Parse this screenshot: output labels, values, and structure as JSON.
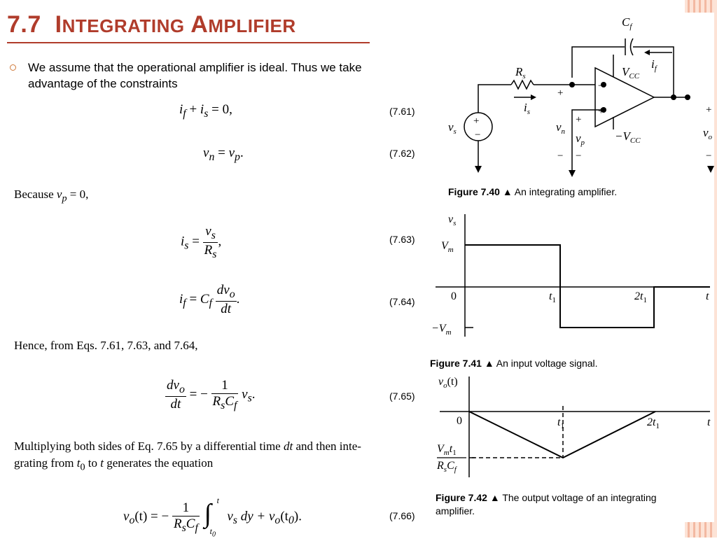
{
  "slide": {
    "title_number": "7.7",
    "title_words": [
      {
        "first": "I",
        "rest": "NTEGRATING"
      },
      {
        "first": "A",
        "rest": "MPLIFIER"
      }
    ],
    "bullet": "We assume that the operational amplifier is ideal. Thus we take advantage of the constraints"
  },
  "equations": {
    "e61": {
      "lhs": "i",
      "lhs_sub": "f",
      "plus": " + ",
      "mid": "i",
      "mid_sub": "s",
      "rhs": " = 0,",
      "num": "(7.61)"
    },
    "e62": {
      "lhs": "v",
      "lhs_sub": "n",
      "eq": " = ",
      "rhs": "v",
      "rhs_sub": "p",
      "end": ".",
      "num": "(7.62)"
    },
    "because": {
      "text": "Because ",
      "var": "v",
      "var_sub": "p",
      "rest": " = 0,"
    },
    "e63": {
      "lhs": "i",
      "lhs_sub": "s",
      "eq": " = ",
      "num_text": "v",
      "num_sub": "s",
      "den_text": "R",
      "den_sub": "s",
      "end": ",",
      "num": "(7.63)"
    },
    "e64": {
      "lhs": "i",
      "lhs_sub": "f",
      "eq": " = ",
      "coef": "C",
      "coef_sub": "f",
      "frac_num": "dv",
      "frac_num_sub": "o",
      "frac_den": "dt",
      "end": ".",
      "num": "(7.64)"
    },
    "hence": "Hence, from Eqs. 7.61, 7.63, and 7.64,",
    "e65": {
      "lhs_num": "dv",
      "lhs_num_sub": "o",
      "lhs_den": "dt",
      "eq": " = −",
      "frac_num": "1",
      "frac_den": "R",
      "frac_den_sub1": "s",
      "frac_den2": "C",
      "frac_den_sub2": "f",
      "var": "v",
      "var_sub": "s",
      "end": ".",
      "num": "(7.65)"
    },
    "multiply": {
      "line1_a": "Multiplying both sides of Eq. 7.65 by a differential time ",
      "line1_var": "dt",
      "line1_b": " and then inte-",
      "line2_a": "grating from ",
      "line2_var": "t",
      "line2_sub": "0",
      "line2_b": " to ",
      "line2_var2": "t",
      "line2_c": " generates the equation"
    },
    "e66": {
      "lhs": "v",
      "lhs_sub": "o",
      "lhs_arg": "(t) = −",
      "frac_num": "1",
      "frac_den": "R",
      "frac_den_sub1": "s",
      "frac_den2": "C",
      "frac_den_sub2": "f",
      "int_upper": "t",
      "int_lower": "t",
      "int_lower_sub": "0",
      "integrand": "v",
      "integrand_sub": "s",
      "dy": " dy + ",
      "tail": "v",
      "tail_sub": "o",
      "tail_arg": "(t",
      "tail_arg_sub": "0",
      "tail_end": ").",
      "num": "(7.66)"
    }
  },
  "circuit": {
    "labels": {
      "cf": "C",
      "cf_sub": "f",
      "if": "i",
      "if_sub": "f",
      "rs": "R",
      "rs_sub": "s",
      "vcc_pos": "V",
      "vcc_pos_sub": "CC",
      "vcc_neg": "−V",
      "vcc_neg_sub": "CC",
      "is": "i",
      "is_sub": "s",
      "vs": "v",
      "vs_sub": "s",
      "vn": "v",
      "vn_sub": "n",
      "vp": "v",
      "vp_sub": "p",
      "vo": "v",
      "vo_sub": "o",
      "plus": "+",
      "minus": "−"
    },
    "caption_fig": "Figure 7.40",
    "caption_text": "An integrating amplifier."
  },
  "fig41": {
    "ylabel": "v",
    "ylabel_sub": "s",
    "vm": "V",
    "vm_sub": "m",
    "neg_vm": "−V",
    "neg_vm_sub": "m",
    "zero": "0",
    "t1": "t",
    "t1_sub": "1",
    "t2": "2t",
    "t2_sub": "1",
    "t": "t",
    "caption_fig": "Figure 7.41",
    "caption_text": "An input voltage signal.",
    "chart_data": {
      "type": "line",
      "x": [
        "0",
        "t1",
        "2t1"
      ],
      "series": [
        {
          "values_description": "square wave",
          "points": [
            [
              0,
              1
            ],
            [
              1,
              1
            ],
            [
              1,
              -1
            ],
            [
              2,
              -1
            ],
            [
              2,
              0
            ]
          ]
        }
      ]
    }
  },
  "fig42": {
    "ylabel": "v",
    "ylabel_sub": "o",
    "ylabel_arg": "(t)",
    "zero": "0",
    "t1": "t",
    "t1_sub": "1",
    "t2": "2t",
    "t2_sub": "1",
    "t": "t",
    "min_num": "V",
    "min_num_sub": "m",
    "min_num2": "t",
    "min_num2_sub": "1",
    "min_den": "R",
    "min_den_sub": "s",
    "min_den2": "C",
    "min_den2_sub": "f",
    "caption_fig": "Figure 7.42",
    "caption_text_1": "The output voltage of an integrating",
    "caption_text_2": "amplifier."
  },
  "colors": {
    "title": "#b03c2b",
    "accent": "#f3b9a2",
    "bullet": "#d07a3a"
  }
}
